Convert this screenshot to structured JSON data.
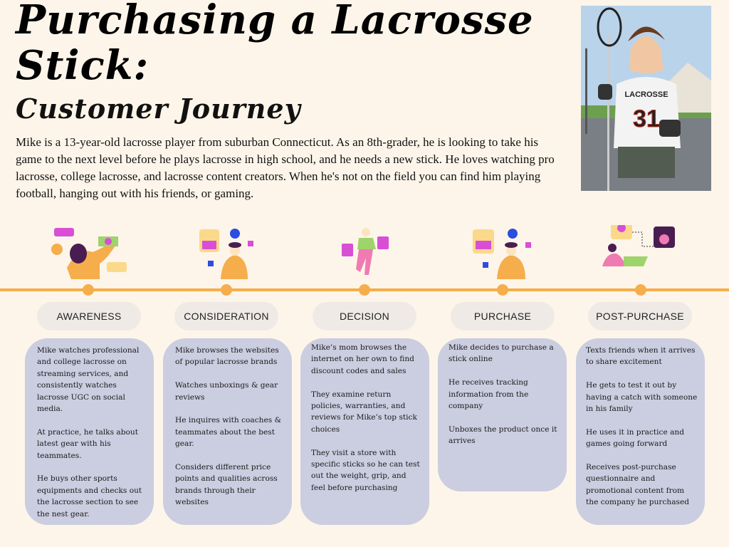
{
  "header": {
    "title": "Purchasing a Lacrosse Stick:",
    "subtitle": "Customer Journey",
    "intro": "Mike is a 13-year-old lacrosse player from suburban Connecticut. As an 8th-grader, he is looking to take his game to the next level before he plays lacrosse in high school, and he needs a new stick. He loves watching pro lacrosse, college lacrosse, and lacrosse content creators. When he's not on the field you can find him playing football, hanging out with his friends, or gaming."
  },
  "photo": {
    "jersey_text": "LACROSSE",
    "jersey_number": "31"
  },
  "colors": {
    "background": "#fdf5e9",
    "timeline": "#f6ad4b",
    "card": "#cbcde0",
    "pill": "#efeae6"
  },
  "stages": [
    {
      "label": "AWARENESS",
      "items": [
        "Mike watches professional and college lacrosse on streaming services, and consistently watches lacrosse UGC on social media.",
        "At practice, he talks about latest gear with his teammates.",
        "He buys other sports equipments and checks out the lacrosse section to see the nest gear."
      ]
    },
    {
      "label": "CONSIDERATION",
      "items": [
        "Mike browses the websites of popular lacrosse brands",
        "Watches unboxings & gear reviews",
        "He inquires with coaches & teammates about the best gear.",
        "Considers different price points and qualities across brands through their websites"
      ]
    },
    {
      "label": "DECISION",
      "items": [
        "Mike’s mom browses the internet on her own to find discount codes and sales",
        "They examine return policies, warranties, and reviews for Mike’s top stick choices",
        "They visit a store with specific sticks so he can test out the weight, grip, and feel before purchasing"
      ]
    },
    {
      "label": "PURCHASE",
      "items": [
        "Mike decides to purchase a stick online",
        "He receives tracking information from the company",
        "Unboxes the product once it arrives"
      ]
    },
    {
      "label": "POST-PURCHASE",
      "items": [
        "Texts friends when it arrives to share excitement",
        "He gets to test it out by having a catch with someone in his family",
        "He uses it in practice and games going forward",
        "Receives post-purchase questionnaire and promotional content from the company he purchased"
      ]
    }
  ]
}
